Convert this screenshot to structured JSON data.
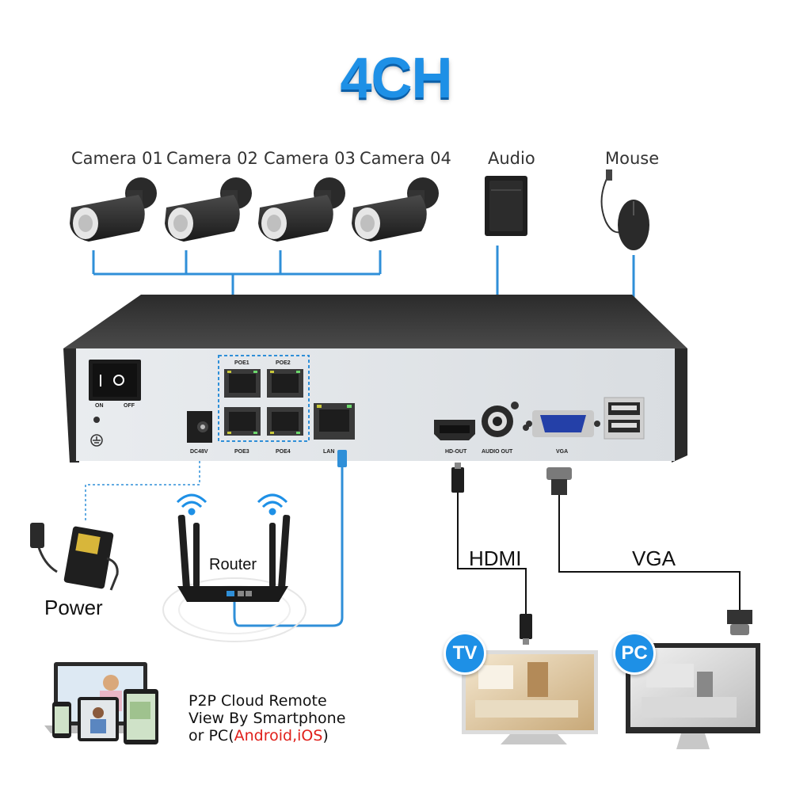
{
  "title": "4CH",
  "cameras": [
    {
      "label": "Camera 01"
    },
    {
      "label": "Camera 02"
    },
    {
      "label": "Camera 03"
    },
    {
      "label": "Camera 04"
    }
  ],
  "peripherals": {
    "audio": "Audio",
    "mouse": "Mouse"
  },
  "nvr_ports": {
    "switch_on": "ON",
    "switch_off": "OFF",
    "dc": "DC48V",
    "poe1": "POE1",
    "poe2": "POE2",
    "poe3": "POE3",
    "poe4": "POE4",
    "lan": "LAN",
    "hdout": "HD-OUT",
    "audio_out": "AUDIO OUT",
    "vga": "VGA"
  },
  "connections": {
    "power": "Power",
    "router": "Router",
    "hdmi": "HDMI",
    "vga": "VGA"
  },
  "displays": {
    "tv": "TV",
    "pc": "PC"
  },
  "p2p": {
    "line1": "P2P Cloud Remote",
    "line2": "View By Smartphone",
    "line3_prefix": "or PC(",
    "line3_red": "Android,iOS",
    "line3_suffix": ")"
  },
  "colors": {
    "accent": "#1e90e6",
    "wire": "#2f8fd8",
    "red": "#e0201b"
  }
}
